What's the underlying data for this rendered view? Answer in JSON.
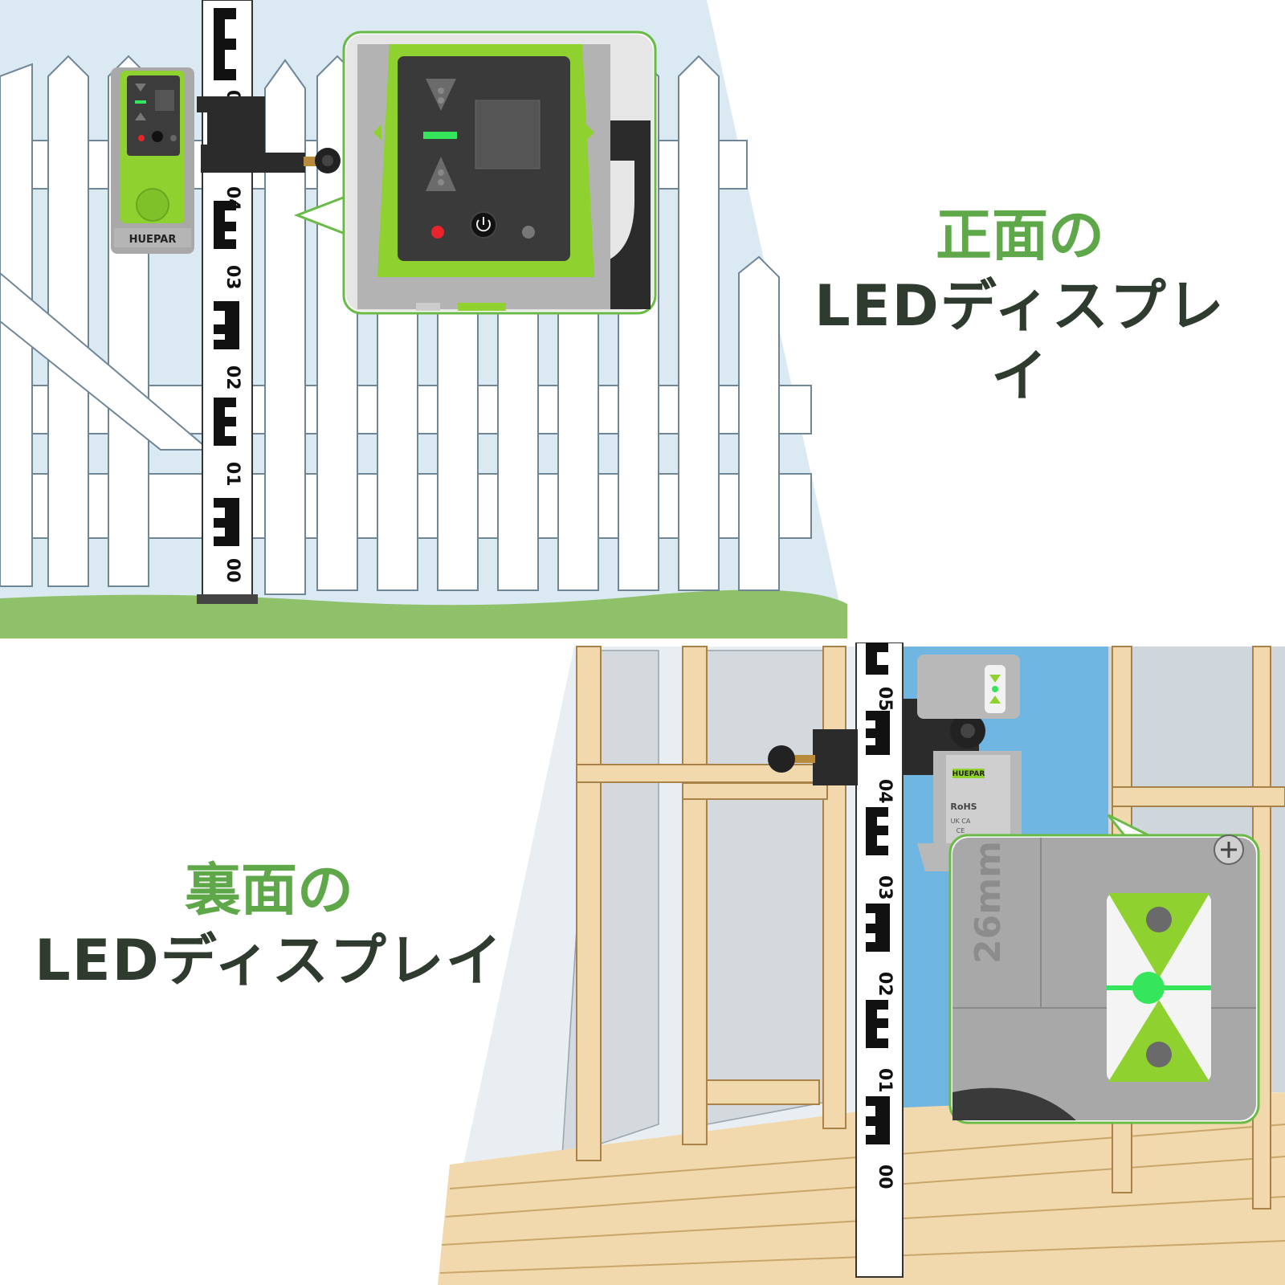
{
  "top": {
    "caption": {
      "line1": "正面の",
      "line2": "LEDディスプレイ"
    },
    "device_brand": "HUEPAR",
    "rod_labels": [
      "05",
      "04",
      "03",
      "02",
      "01",
      "00"
    ]
  },
  "bottom": {
    "caption": {
      "line1": "裏面の",
      "line2": "LEDディスプレイ"
    },
    "device_brand": "HUEPAR",
    "back_marks": [
      "RoHS",
      "UK CA",
      "CE"
    ],
    "offset_label": "26mm",
    "rod_labels": [
      "05",
      "04",
      "03",
      "02",
      "01",
      "00"
    ]
  },
  "colors": {
    "caption_green": "#5ea84a",
    "caption_dark": "#2f3b2f",
    "device_green": "#8fd12e",
    "led_green": "#35e65c",
    "led_red": "#e8232b",
    "sky": "#dbe9f3",
    "grass": "#8fc06a",
    "wall_blue": "#6fb6e3",
    "wood": "#f2d9ad"
  },
  "icons": [
    "power-icon",
    "triangle-down-icon",
    "triangle-up-icon",
    "screw-icon",
    "knob-icon"
  ]
}
